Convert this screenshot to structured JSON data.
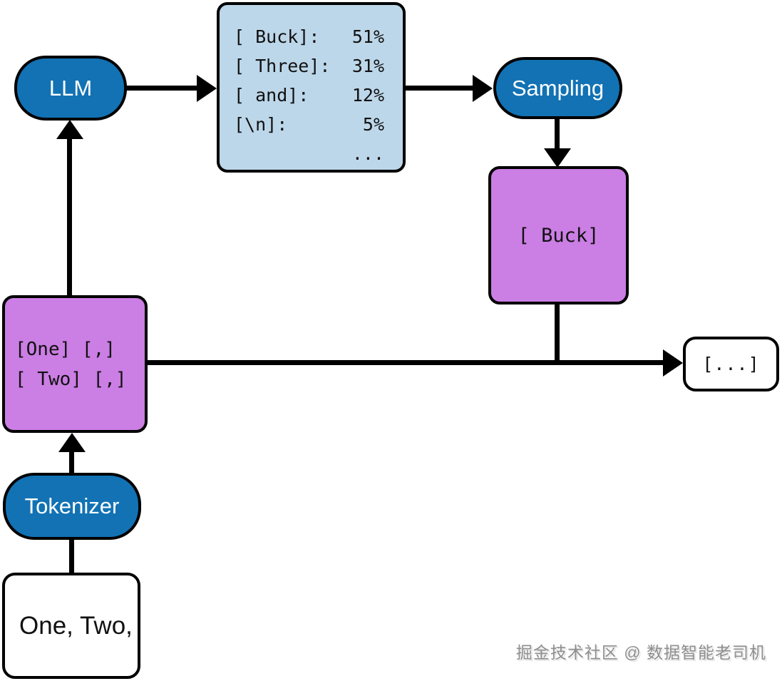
{
  "nodes": {
    "llm": {
      "label": "LLM"
    },
    "sampling": {
      "label": "Sampling"
    },
    "tokenizer": {
      "label": "Tokenizer"
    },
    "input_text": {
      "label": "One, Two,"
    },
    "sampled_token": {
      "label": "[ Buck]"
    },
    "output_tokens": {
      "label": "[...]"
    },
    "context_tokens": {
      "line1": "[One] [,]",
      "line2": "[ Two] [,]"
    },
    "probabilities": {
      "rows": [
        {
          "token": "[ Buck]:",
          "probability": "51%"
        },
        {
          "token": "[ Three]:",
          "probability": "31%"
        },
        {
          "token": "[ and]:",
          "probability": "12%"
        },
        {
          "token": "[\\n]:",
          "probability": "5%"
        },
        {
          "token": "",
          "probability": "..."
        }
      ]
    }
  },
  "watermark": {
    "text": "掘金技术社区 @ 数据智能老司机"
  },
  "colors": {
    "node_blue": "#1272b4",
    "probability_fill": "#bdd7ea",
    "token_purple": "#cb7ee4",
    "line_black": "#000000",
    "watermark_gray": "#8f8f8f"
  }
}
